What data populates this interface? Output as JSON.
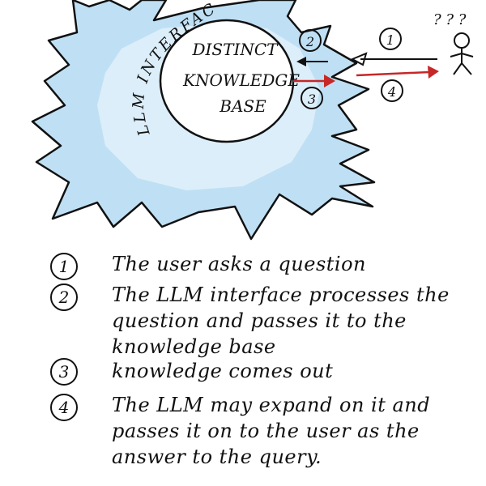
{
  "diagram": {
    "interface_label": "LLM INTERFACE",
    "kb_line1": "DISTINCT",
    "kb_line2": "KNOWLEDGE",
    "kb_line3": "BASE",
    "question_marks": "? ? ?",
    "badges": {
      "b1": "1",
      "b2": "2",
      "b3": "3",
      "b4": "4"
    },
    "colors": {
      "blob": "#bfe0f4",
      "ink": "#111111",
      "red_arrow": "#c62828"
    }
  },
  "steps": [
    {
      "number": "1",
      "text": "The user asks a question"
    },
    {
      "number": "2",
      "text": "The LLM interface processes the question and passes it to the knowledge base"
    },
    {
      "number": "3",
      "text": "knowledge comes out"
    },
    {
      "number": "4",
      "text": "The LLM may expand on it and passes it on to the user as the answer to the query."
    }
  ]
}
